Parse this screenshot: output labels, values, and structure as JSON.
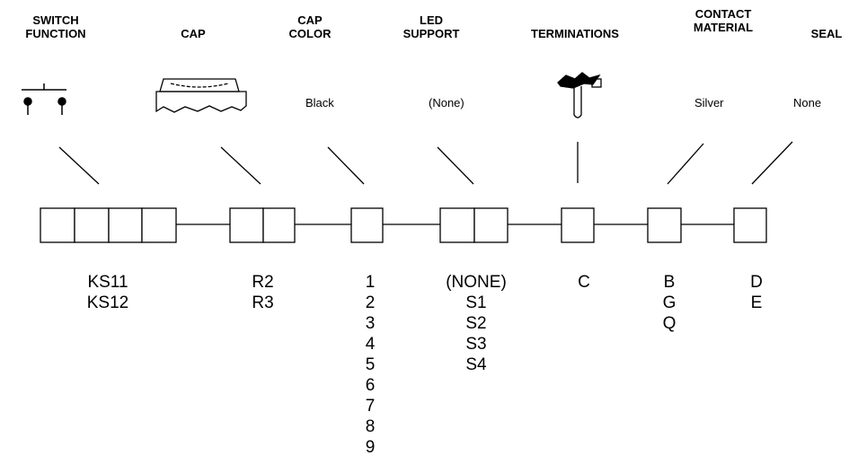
{
  "headers": {
    "switch_function": [
      "SWITCH",
      "FUNCTION"
    ],
    "cap": [
      "CAP"
    ],
    "cap_color": [
      "CAP",
      "COLOR"
    ],
    "led_support": [
      "LED",
      "SUPPORT"
    ],
    "terminations": [
      "TERMINATIONS"
    ],
    "contact_material": [
      "CONTACT",
      "MATERIAL"
    ],
    "seal": [
      "SEAL"
    ]
  },
  "descriptions": {
    "cap_color": "Black",
    "led_support": "(None)",
    "contact_material": "Silver",
    "seal": "None"
  },
  "icons": {
    "switch_function": "switch-symbol-icon",
    "cap": "keycap-icon",
    "terminations": "pc-pin-terminal-icon"
  },
  "options": {
    "switch_function": [
      "KS11",
      "KS12"
    ],
    "cap": [
      "R2",
      "R3"
    ],
    "cap_color": [
      "1",
      "2",
      "3",
      "4",
      "5",
      "6",
      "7",
      "8",
      "9"
    ],
    "led_support": [
      "(NONE)",
      "S1",
      "S2",
      "S3",
      "S4"
    ],
    "terminations": [
      "C"
    ],
    "contact_material": [
      "B",
      "G",
      "Q"
    ],
    "seal": [
      "D",
      "E"
    ]
  }
}
